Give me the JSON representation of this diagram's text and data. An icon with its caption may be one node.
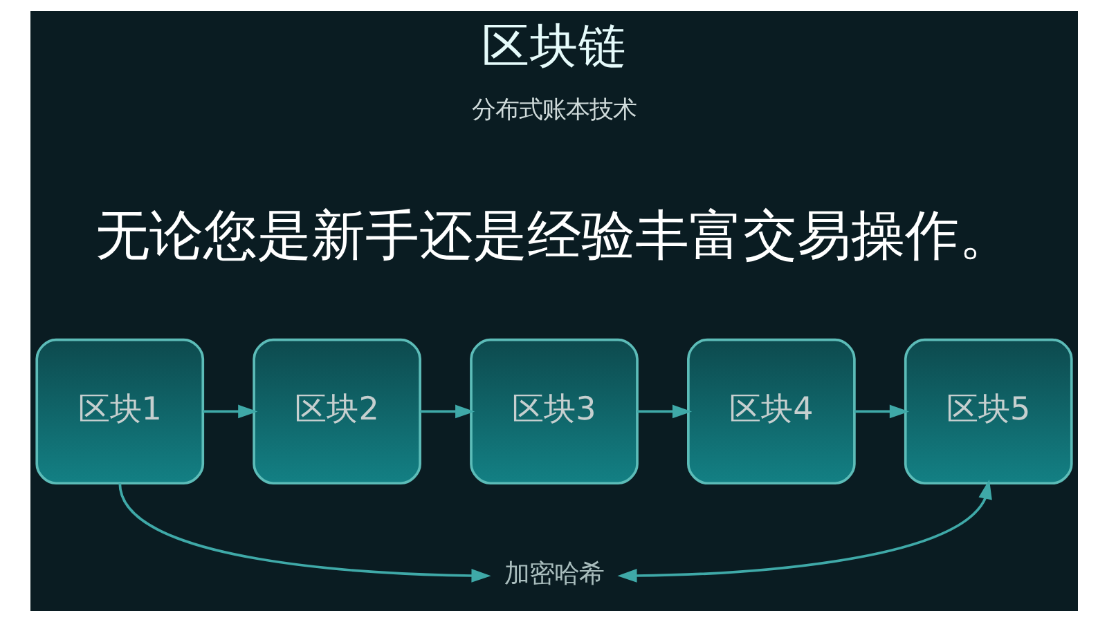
{
  "diagram": {
    "title": "区块链",
    "nodes": [
      {
        "text": [
          "区块1"
        ]
      },
      {
        "text": [
          "区块2"
        ]
      },
      {
        "text": [
          "区块3"
        ]
      },
      {
        "text": [
          "区块4"
        ]
      },
      {
        "text": [
          "区块5"
        ]
      },
      {
        "text": [
          "加密哈希"
        ]
      }
    ],
    "edges": [
      {
        "from": 0,
        "to": 1,
        "arrow": "to"
      },
      {
        "from": 1,
        "to": 2,
        "arrow": "to"
      },
      {
        "from": 2,
        "to": 3,
        "arrow": "to"
      },
      {
        "from": 3,
        "to": 4,
        "arrow": "to"
      },
      {
        "from": 0,
        "to": 5,
        "arrow": "to"
      },
      {
        "from": 4,
        "to": 5,
        "arrow": "both"
      }
    ],
    "labels": [
      "分布式账本技术",
      "无论您是新手还是经验丰富交易操作。"
    ]
  }
}
